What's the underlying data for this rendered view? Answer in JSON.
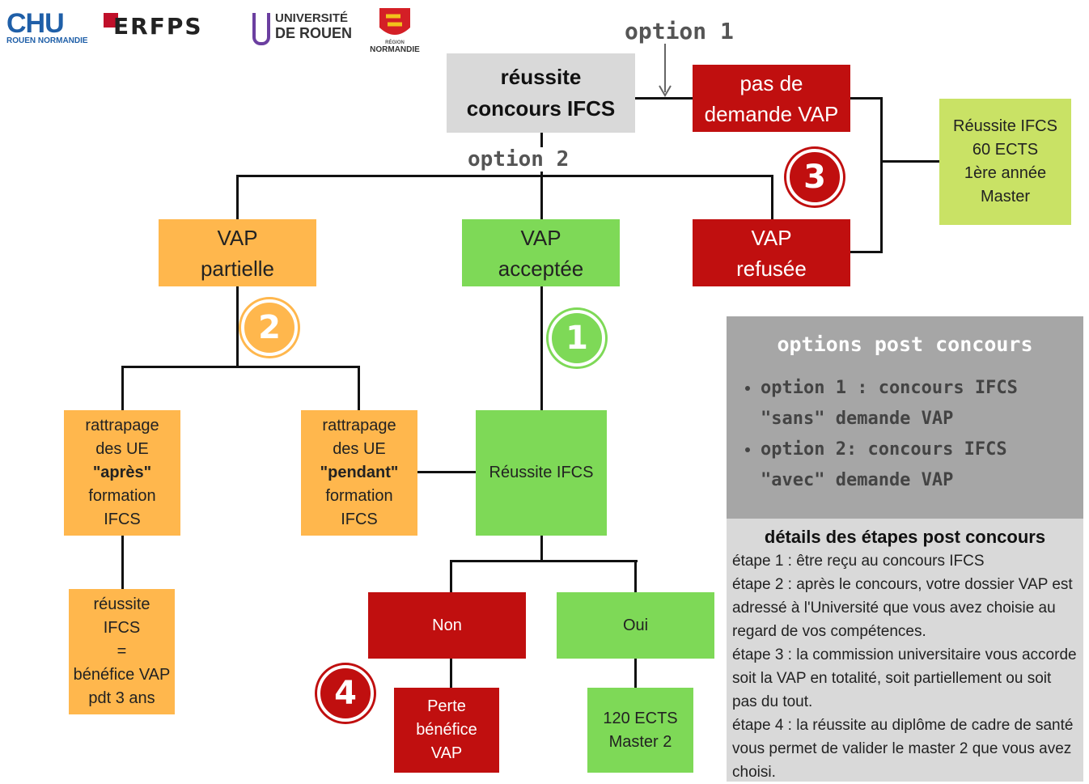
{
  "logos": {
    "chu_main": "CHU",
    "chu_sub": "ROUEN NORMANDIE",
    "erfps": "ERFPS",
    "univ_line1": "UNIVERSITÉ",
    "univ_line2": "DE ROUEN",
    "region_line1": "RÉGION",
    "region_line2": "NORMANDIE"
  },
  "labels": {
    "option1": "option 1",
    "option2": "option 2"
  },
  "nodes": {
    "reussite_concours": "réussite\nconcours IFCS",
    "pas_de_demande": "pas de\ndemande VAP",
    "reussite_60": "Réussite IFCS\n60 ECTS\n1ère année\nMaster",
    "vap_partielle": "VAP\npartielle",
    "vap_acceptee": "VAP\nacceptée",
    "vap_refusee": "VAP\nrefusée",
    "rattrapage_apres_1": "rattrapage\ndes UE",
    "rattrapage_apres_2": "\"après\"",
    "rattrapage_apres_3": "formation\nIFCS",
    "rattrapage_pendant_1": "rattrapage\ndes UE",
    "rattrapage_pendant_2": "\"pendant\"",
    "rattrapage_pendant_3": "formation\nIFCS",
    "reussite_ifcs": "Réussite IFCS",
    "reussite_vap": "réussite\nIFCS\n=\nbénéfice VAP\npdt 3 ans",
    "non": "Non",
    "oui": "Oui",
    "perte": "Perte\nbénéfice\nVAP",
    "master2": "120 ECTS\nMaster 2"
  },
  "steps": {
    "n1": "1",
    "n2": "2",
    "n3": "3",
    "n4": "4"
  },
  "options_panel": {
    "title": "options post concours",
    "item1": "option 1 : concours IFCS  \"sans\" demande VAP",
    "item2": "option 2: concours IFCS \"avec\" demande VAP"
  },
  "details_panel": {
    "title": "détails des étapes post concours",
    "text": "étape 1 : être reçu au concours IFCS\nétape 2 : après le concours, votre dossier VAP est adressé à l'Université que vous avez choisie au regard de vos compétences.\nétape 3 : la commission universitaire vous accorde soit la VAP en totalité, soit partiellement ou soit pas du tout.\nétape 4 : la réussite au diplôme de cadre de santé vous permet de valider le master 2  que vous avez choisi."
  },
  "colors": {
    "orange": "#ffb74d",
    "green": "#7ed957",
    "red": "#c00f0f",
    "grey": "#d9d9d9",
    "lime": "#c9e265"
  }
}
